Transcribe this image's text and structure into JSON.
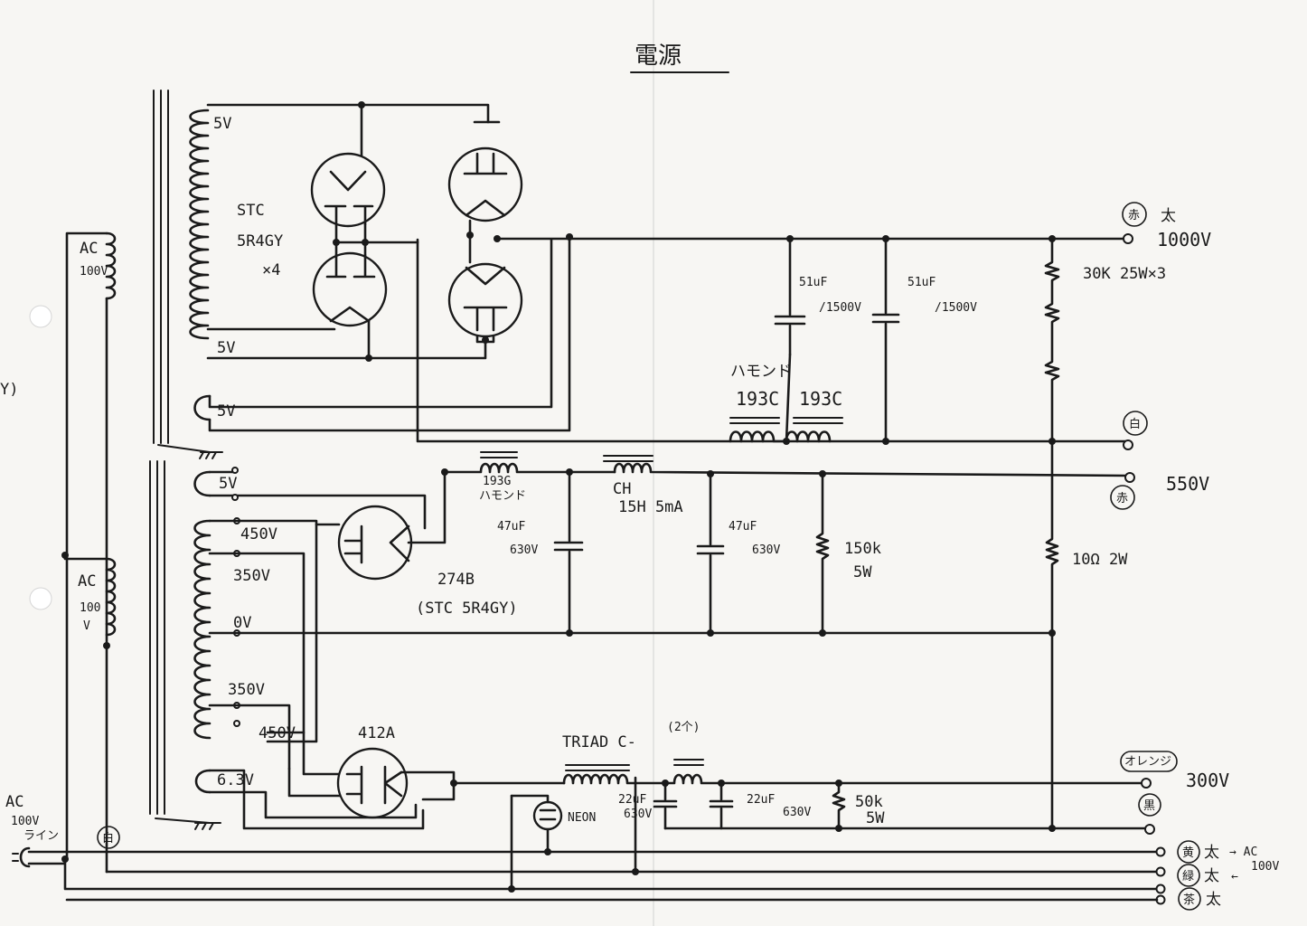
{
  "title": "電源",
  "labels": {
    "ac_primary_1": "AC",
    "ac_primary_1_v": "100V",
    "ac_primary_2": "AC",
    "ac_primary_2_v1": "100",
    "ac_primary_2_v2": "V",
    "ac_in": "AC",
    "ac_in_v": "100V",
    "ac_in_note": "ライン",
    "stc_1": "STC",
    "stc_2": "5R4GY",
    "stc_3": "×4",
    "fil_5v_a": "5V",
    "fil_5v_b": "5V",
    "fil_5v_c": "5V",
    "fil_5v_d": "5V",
    "tap_450_top": "450V",
    "tap_350_top": "350V",
    "tap_0": "0V",
    "tap_350_bot": "350V",
    "tap_450_bot": "450V",
    "fil_63": "6.3V",
    "tube_274b": "274B",
    "tube_274b_alt": "(STC 5R4GY)",
    "tube_412a": "412A",
    "choke_193g": "193G",
    "choke_193g_note": "ハモンド",
    "choke_ch": "CH",
    "choke_ch_spec": "15H 5mA",
    "cap_47_1": "47uF",
    "cap_47_1_v": "630V",
    "cap_47_2": "47uF",
    "cap_47_2_v": "630V",
    "res_150k": "150k",
    "res_150k_w": "5W",
    "cap_51_1": "51uF",
    "cap_51_1_v": "/1500V",
    "cap_51_2": "51uF",
    "cap_51_2_v": "/1500V",
    "hammond": "ハモンド",
    "choke_193c_1": "193C",
    "choke_193c_2": "193C",
    "res_30k": "30K 25W×3",
    "res_10": "10Ω 2W",
    "triad": "TRIAD C-",
    "triad_count": "(2个)",
    "cap_22_1": "22uF",
    "cap_22_1_v": "630V",
    "cap_22_2": "22uF",
    "cap_22_2_v": "630V",
    "res_50k": "50k",
    "res_50k_w": "5W",
    "neon": "NEON",
    "out_1000": "1000V",
    "out_1000_color": "赤",
    "out_1000_thick": "太",
    "out_white": "白",
    "out_550": "550V",
    "out_550_color": "赤",
    "out_300": "300V",
    "out_300_color": "オレンジ",
    "out_black": "黒",
    "ac_out_1_color": "黄",
    "ac_out_1_thick": "太",
    "ac_out_2_color": "緑",
    "ac_out_2_thick": "太",
    "ac_out_3_color": "茶",
    "ac_out_3_thick": "太",
    "ac_out_label": "→ AC",
    "ac_out_arrow": "←",
    "ac_out_v": "100V",
    "white_left": "白",
    "margin_mark": "Y)"
  }
}
